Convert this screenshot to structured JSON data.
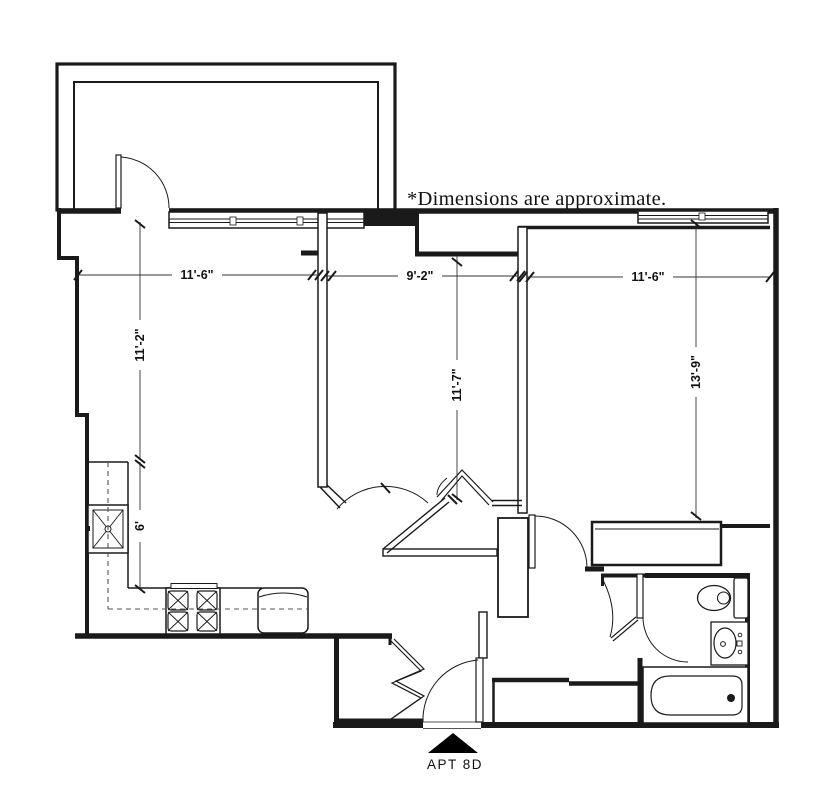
{
  "note": "*Dimensions are approximate.",
  "entry": {
    "label": "APT 8D",
    "marker": "entrance-triangle"
  },
  "dimensions": {
    "living_width": "11'-6\"",
    "hall_width": "9'-2\"",
    "bedroom_width": "11'-6\"",
    "living_depth": "11'-2\"",
    "kitchen_run": "6'",
    "hall_depth": "11'-7\"",
    "bedroom_depth": "13'-9\""
  },
  "fixtures": [
    "terrace-door",
    "entry-door",
    "bedroom-door",
    "bathroom-door",
    "bifold-closet-doors",
    "kitchen-sink",
    "range-4-burners",
    "refrigerator",
    "toilet",
    "vanity-sink",
    "bathtub",
    "living-room-window",
    "bedroom-window"
  ],
  "colors": {
    "line": "#1a1a1a",
    "background": "#ffffff"
  }
}
